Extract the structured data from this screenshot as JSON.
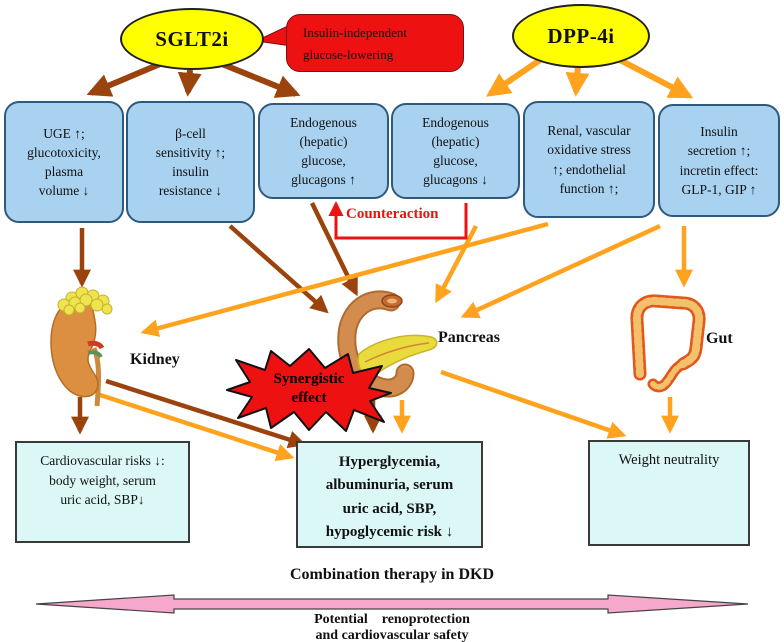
{
  "colors": {
    "yellow": "#ffff00",
    "blue-fill": "#a9d2f1",
    "blue-border": "#2f5a80",
    "cyan-fill": "#dbf7f6",
    "cyan-border": "#3a3a3a",
    "brown": "#9a430d",
    "orange": "#ffa21d",
    "red": "#ee1111",
    "pink": "#f6a8cc"
  },
  "drugs": {
    "sglt2i": "SGLT2i",
    "dpp4i": "DPP-4i"
  },
  "bubble": {
    "text": "Insulin-independent\nglucose-lowering"
  },
  "effect_boxes": [
    {
      "text": "UGE ↑;\nglucotoxicity,\nplasma\nvolume ↓"
    },
    {
      "text": "β-cell\nsensitivity ↑;\ninsulin\nresistance ↓"
    },
    {
      "text": "Endogenous\n(hepatic)\nglucose,\nglucagons ↑"
    },
    {
      "text": "Endogenous\n(hepatic)\nglucose,\nglucagons ↓"
    },
    {
      "text": "Renal, vascular\noxidative stress\n↑; endothelial\nfunction ↑;"
    },
    {
      "text": "Insulin\nsecretion ↑;\nincretin effect:\nGLP-1, GIP ↑"
    }
  ],
  "counteraction_label": "Counteraction",
  "organs": {
    "kidney": "Kidney",
    "pancreas": "Pancreas",
    "gut": "Gut"
  },
  "starburst": {
    "text": "Synergistic\neffect"
  },
  "outcome_boxes": {
    "cardiovascular": "Cardiovascular risks ↓:\nbody weight, serum\nuric acid, SBP↓",
    "hyperglycemia": "Hyperglycemia,\nalbuminuria, serum\nuric acid, SBP,\nhypoglycemic risk ↓",
    "weight": "Weight neutrality"
  },
  "footer": {
    "top_label": "Combination therapy in DKD",
    "bottom_label": "Potential    renoprotection\nand cardiovascular safety"
  }
}
